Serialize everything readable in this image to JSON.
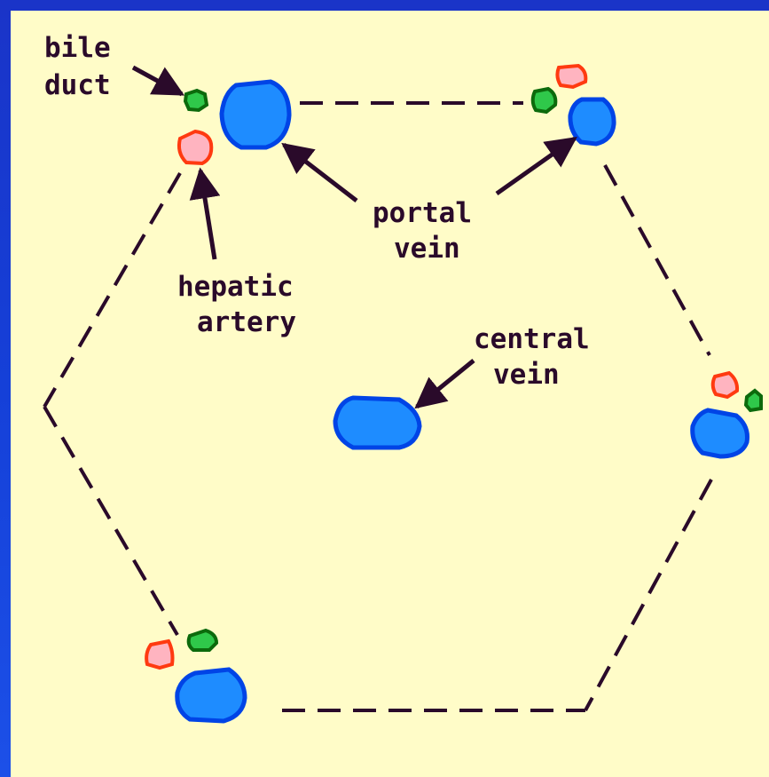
{
  "labels": {
    "bile_duct": [
      "bile",
      "duct"
    ],
    "hepatic_artery": [
      "hepatic",
      "artery"
    ],
    "portal_vein": [
      "portal",
      "vein"
    ],
    "central_vein": [
      "central",
      "vein"
    ]
  },
  "colors": {
    "background": "#fffcc8",
    "frame": "#1a3fd6",
    "vein_fill": "#1e8cff",
    "vein_stroke": "#0044e6",
    "artery_fill": "#ffb4c0",
    "artery_stroke": "#ff3a10",
    "duct_fill": "#2fc84a",
    "duct_stroke": "#0c6a0c",
    "line": "#2a0a2a"
  },
  "icons": [
    "portal-vein-icon",
    "hepatic-artery-icon",
    "bile-duct-icon",
    "central-vein-icon"
  ]
}
